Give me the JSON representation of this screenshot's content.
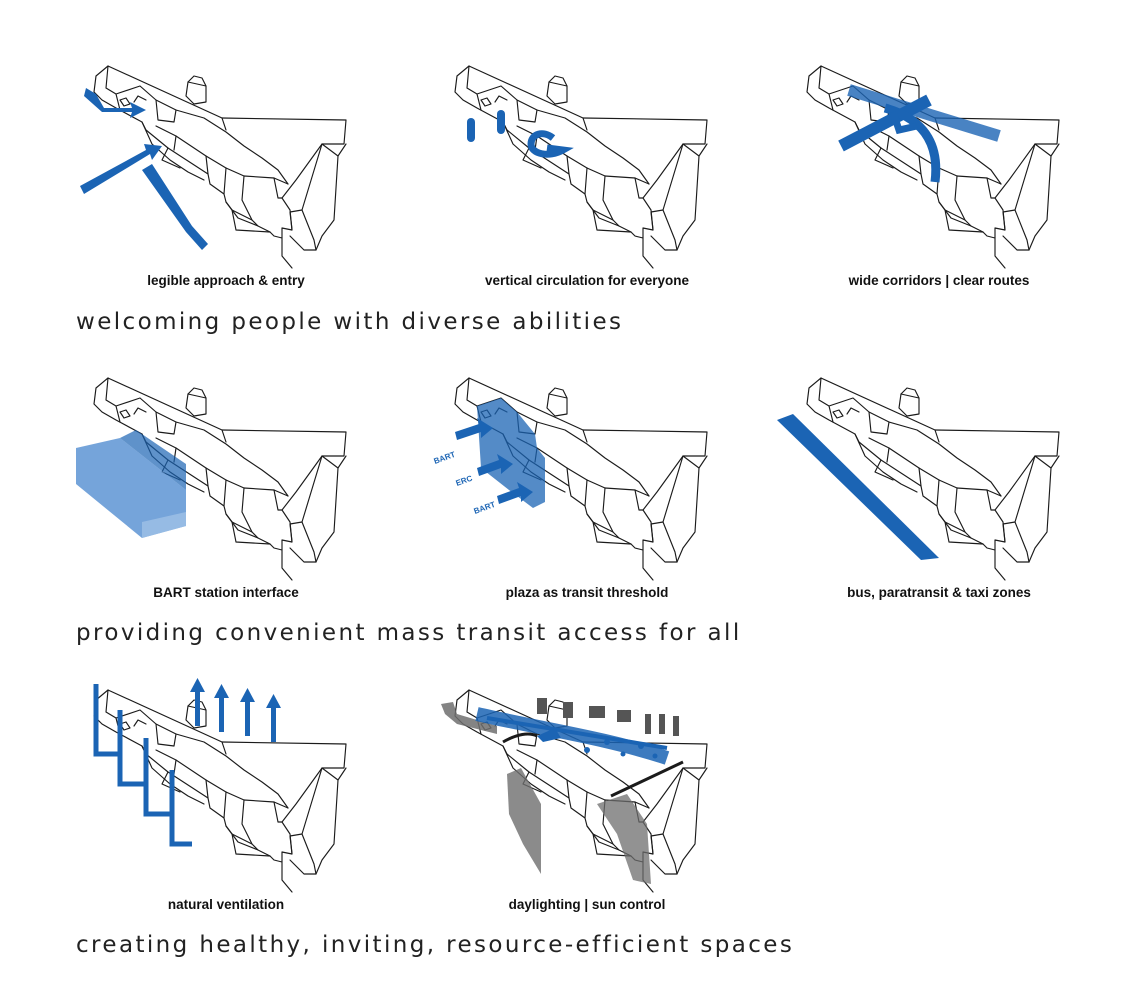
{
  "sections": [
    {
      "heading": "welcoming people with diverse abilities",
      "panels": [
        {
          "caption": "legible approach & entry"
        },
        {
          "caption": "vertical circulation for everyone"
        },
        {
          "caption": "wide corridors | clear routes"
        }
      ]
    },
    {
      "heading": "providing convenient mass transit access for all",
      "panels": [
        {
          "caption": "BART station interface"
        },
        {
          "caption": "plaza as transit threshold",
          "arrow_labels": [
            "BART",
            "ERC",
            "BART"
          ]
        },
        {
          "caption": "bus, paratransit & taxi zones"
        }
      ]
    },
    {
      "heading": "creating healthy, inviting, resource-efficient spaces",
      "panels": [
        {
          "caption": "natural ventilation"
        },
        {
          "caption": "daylighting | sun control"
        }
      ]
    }
  ],
  "colors": {
    "accent": "#1b64b4",
    "accent_light": "#5d94d4",
    "line": "#1b1b1b",
    "shade": "#6e6e6e"
  }
}
